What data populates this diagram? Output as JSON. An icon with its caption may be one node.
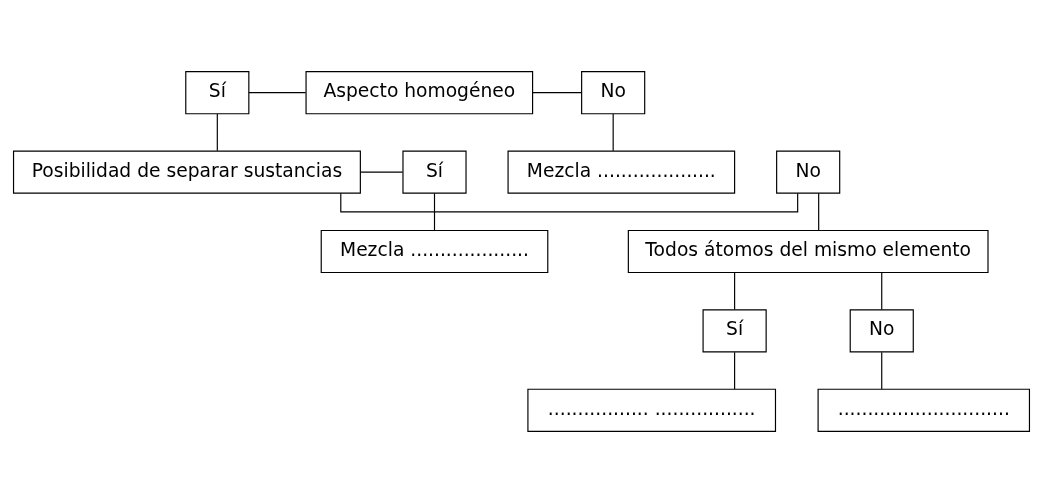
{
  "diagram": {
    "nodes": [
      {
        "text": [
          "Aspecto homogéneo"
        ]
      },
      {
        "text": [
          "Sí"
        ]
      },
      {
        "text": [
          "No"
        ]
      },
      {
        "text": [
          "Mezcla ...................."
        ]
      },
      {
        "text": [
          "Posibilidad de separar sustancias"
        ]
      },
      {
        "text": [
          "Sí"
        ]
      },
      {
        "text": [
          "No"
        ]
      },
      {
        "text": [
          "Mezcla ...................."
        ]
      },
      {
        "text": [
          "Todos átomos del mismo elemento"
        ]
      },
      {
        "text": [
          "Sí"
        ]
      },
      {
        "text": [
          "No"
        ]
      },
      {
        "text": [
          "................. ................."
        ]
      },
      {
        "text": [
          "............................."
        ]
      }
    ],
    "edges": [
      {
        "from": 1,
        "to": 0,
        "arrow": "none"
      },
      {
        "from": 0,
        "to": 2,
        "arrow": "none"
      },
      {
        "from": 2,
        "to": 3,
        "arrow": "none"
      },
      {
        "from": 1,
        "to": 4,
        "arrow": "none"
      },
      {
        "from": 5,
        "to": 4,
        "arrow": "none"
      },
      {
        "from": 4,
        "to": 6,
        "arrow": "none"
      },
      {
        "from": 5,
        "to": 7,
        "arrow": "none"
      },
      {
        "from": 6,
        "to": 8,
        "arrow": "none"
      },
      {
        "from": 8,
        "to": 9,
        "arrow": "none"
      },
      {
        "from": 8,
        "to": 10,
        "arrow": "none"
      },
      {
        "from": 9,
        "to": 11,
        "arrow": "none"
      },
      {
        "from": 10,
        "to": 12,
        "arrow": "none"
      }
    ]
  }
}
